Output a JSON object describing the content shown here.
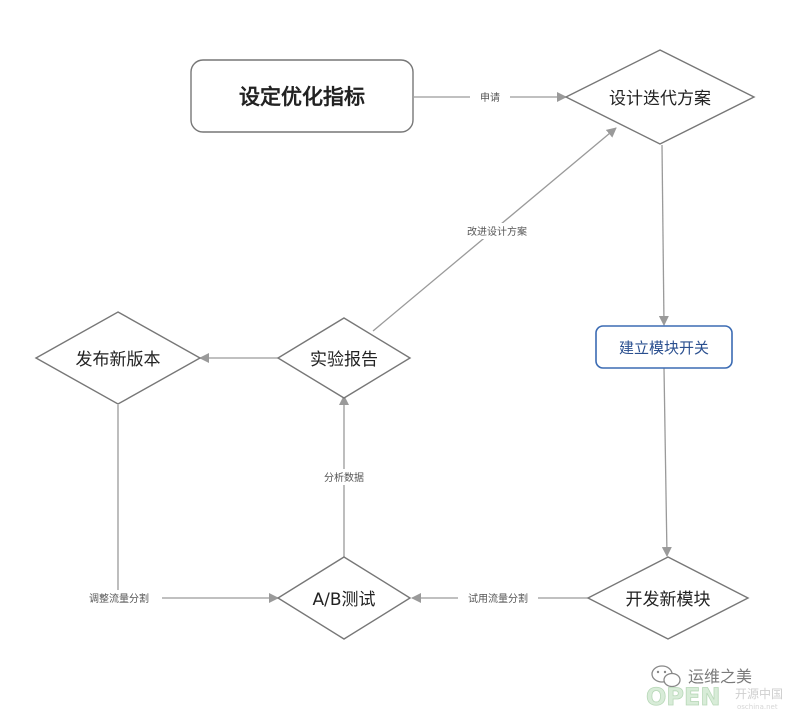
{
  "nodes": {
    "set_metrics": {
      "label": "设定优化指标"
    },
    "design_iteration": {
      "label": "设计迭代方案"
    },
    "build_switch": {
      "label": "建立模块开关"
    },
    "develop_module": {
      "label": "开发新模块"
    },
    "ab_test": {
      "label": "A/B测试"
    },
    "experiment_report": {
      "label": "实验报告"
    },
    "publish_version": {
      "label": "发布新版本"
    }
  },
  "edges": {
    "apply": {
      "label": "申请"
    },
    "improve_design": {
      "label": "改进设计方案"
    },
    "trial_traffic": {
      "label": "试用流量分割"
    },
    "analyze_data": {
      "label": "分析数据"
    },
    "adjust_traffic": {
      "label": "调整流量分割"
    }
  },
  "watermark": {
    "account": "运维之美",
    "logo_text": "OPEN",
    "site": "开源中国",
    "url": "oschina.net"
  },
  "colors": {
    "line": "#9a9a9a",
    "highlight": "#3b6bb3",
    "node_border": "#777777"
  }
}
